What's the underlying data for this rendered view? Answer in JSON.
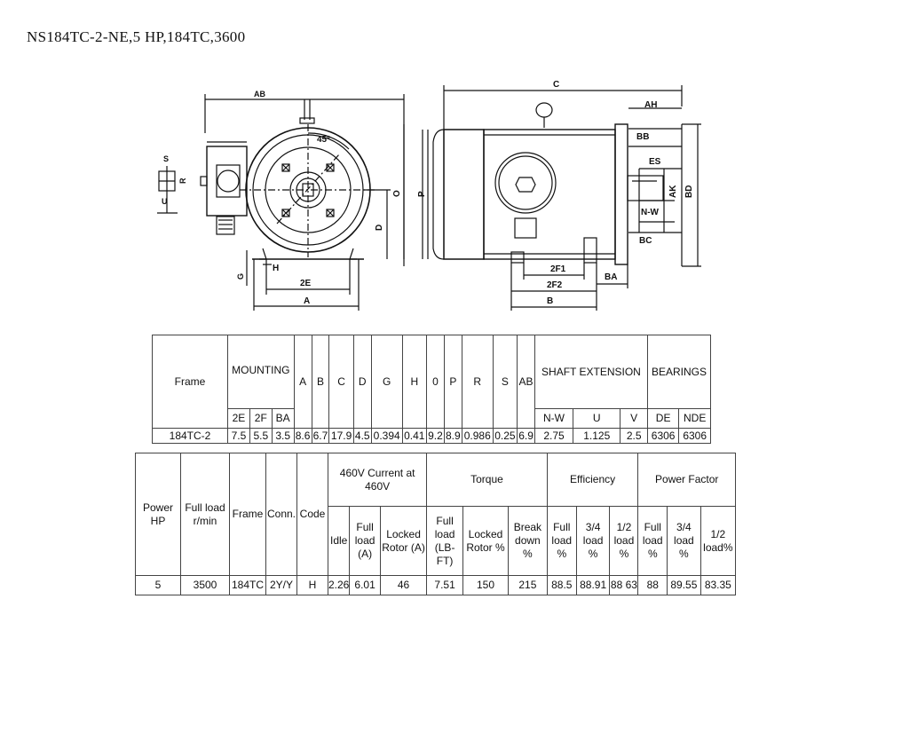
{
  "title": "NS184TC-2-NE,5 HP,184TC,3600",
  "drawing": {
    "front_labels": {
      "ab": "AB",
      "s": "S",
      "r": "R",
      "u": "U",
      "angle": "45°",
      "o": "O",
      "d": "D",
      "g": "G",
      "h": "H",
      "e2": "2E",
      "a": "A"
    },
    "side_labels": {
      "c": "C",
      "ah": "AH",
      "bb": "BB",
      "es": "ES",
      "ak": "AK",
      "bd": "BD",
      "nw": "N-W",
      "bc": "BC",
      "p": "P",
      "f1": "2F1",
      "f2": "2F2",
      "ba": "BA",
      "b": "B"
    }
  },
  "dimension_table": {
    "frame_header": "Frame",
    "mounting_header": "MOUNTING",
    "single_headers": [
      "A",
      "B",
      "C",
      "D",
      "G",
      "H",
      "0",
      "P",
      "R",
      "S",
      "AB"
    ],
    "shaft_header": "SHAFT EXTENSION",
    "bearings_header": "BEARINGS",
    "mounting_sub": [
      "2E",
      "2F",
      "BA"
    ],
    "shaft_sub": [
      "N-W",
      "U",
      "V"
    ],
    "bearing_sub": [
      "DE",
      "NDE"
    ],
    "row": {
      "frame": "184TC-2",
      "mounting": [
        "7.5",
        "5.5",
        "3.5"
      ],
      "singles": [
        "8.6",
        "6.7",
        "17.9",
        "4.5",
        "0.394",
        "0.41",
        "9.2",
        "8.9",
        "0.986",
        "0.25",
        "6.9"
      ],
      "shaft": [
        "2.75",
        "1.125",
        "2.5"
      ],
      "bearings": [
        "6306",
        "6306"
      ]
    }
  },
  "performance_table": {
    "power": "Power HP",
    "rpm": "Full load r/min",
    "frame": "Frame",
    "conn": "Conn.",
    "code": "Code",
    "current_group": "460V Current at 460V",
    "torque_group": "Torque",
    "efficiency_group": "Efficiency",
    "pf_group": "Power Factor",
    "current_sub": [
      "Idle",
      "Full load (A)",
      "Locked Rotor (A)"
    ],
    "torque_sub": [
      "Full load (LB-FT)",
      "Locked Rotor %",
      "Break down %"
    ],
    "efficiency_sub": [
      "Full load %",
      "3/4 load %",
      "1/2 load %"
    ],
    "pf_sub": [
      "Full load %",
      "3/4 load %",
      "1/2 load%"
    ],
    "row": {
      "power": "5",
      "rpm": "3500",
      "frame": "184TC",
      "conn": "2Y/Y",
      "code": "H",
      "current": [
        "2.26",
        "6.01",
        "46"
      ],
      "torque": [
        "7.51",
        "150",
        "215"
      ],
      "efficiency": [
        "88.5",
        "88.91",
        "88 63"
      ],
      "pf": [
        "88",
        "89.55",
        "83.35"
      ]
    }
  }
}
